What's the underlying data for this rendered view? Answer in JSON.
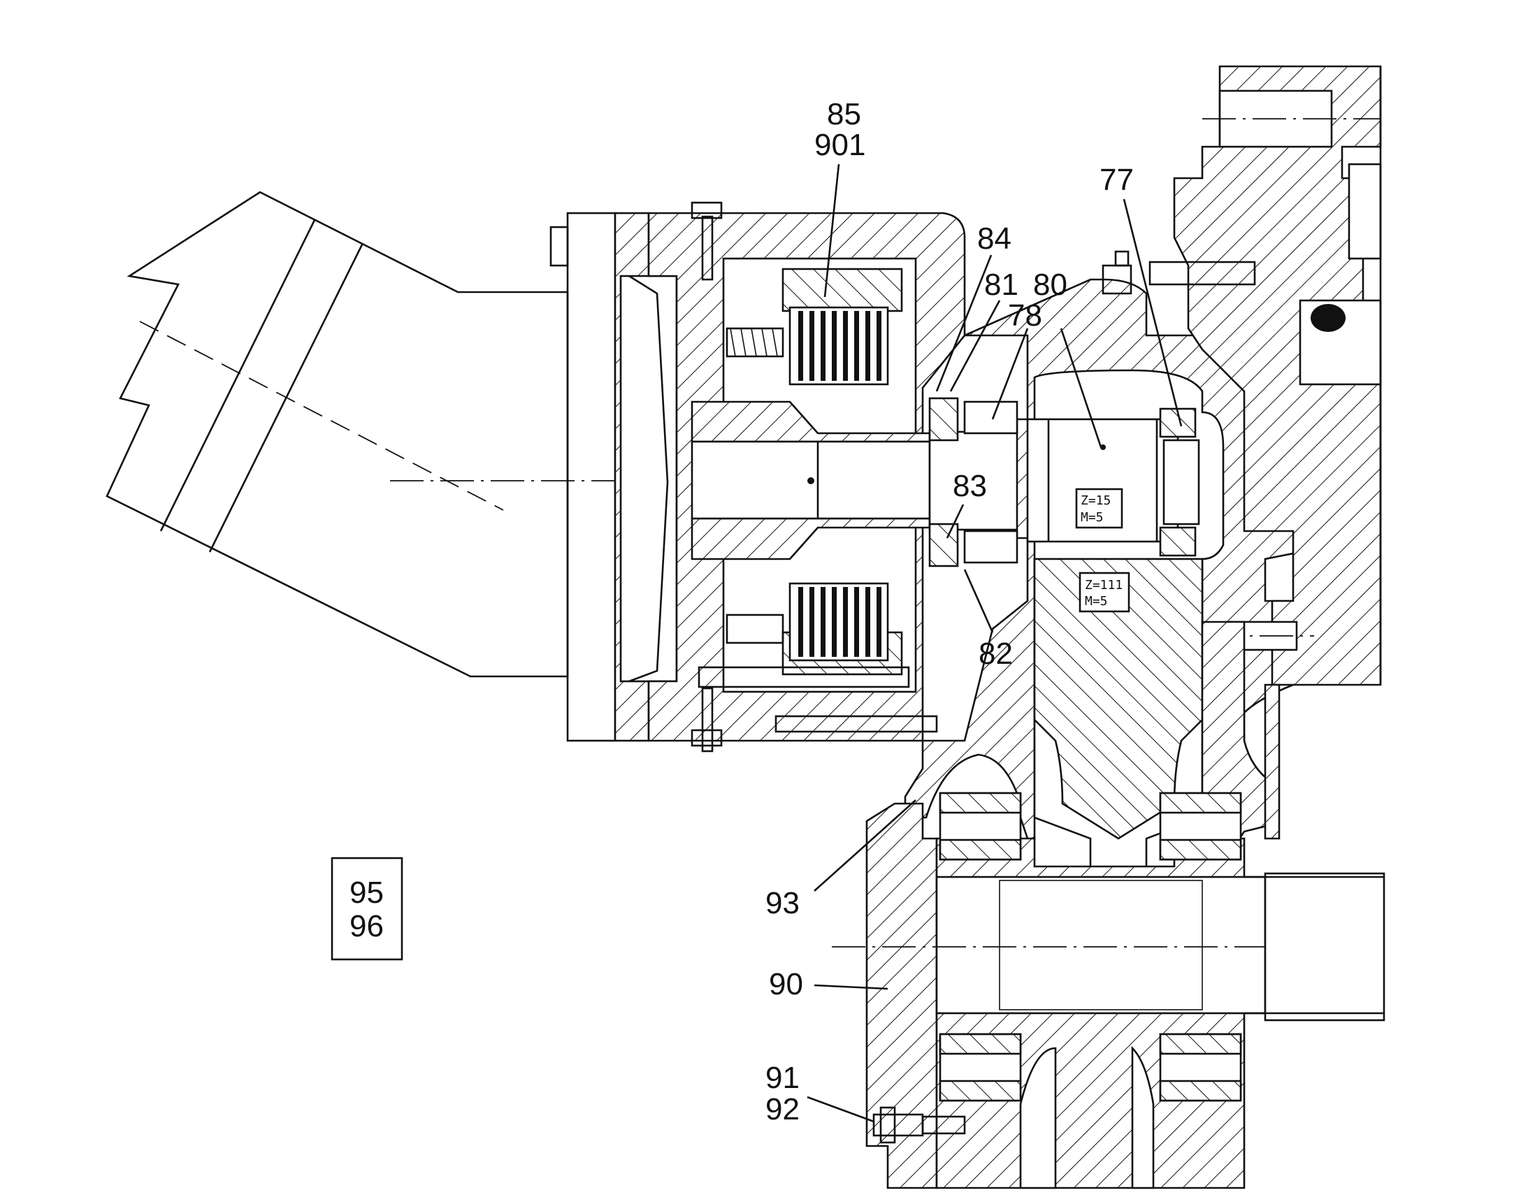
{
  "labels": {
    "l85": "85",
    "l901": "901",
    "l84": "84",
    "l81": "81",
    "l80": "80",
    "l78": "78",
    "l77": "77",
    "l83": "83",
    "l82": "82",
    "l93": "93",
    "l90": "90",
    "l91": "91",
    "l92": "92",
    "l95": "95",
    "l96": "96"
  },
  "gear_marks": {
    "pinion_z": "Z=15",
    "pinion_m": "M=5",
    "gear_z": "Z=111",
    "gear_m": "M=5"
  }
}
